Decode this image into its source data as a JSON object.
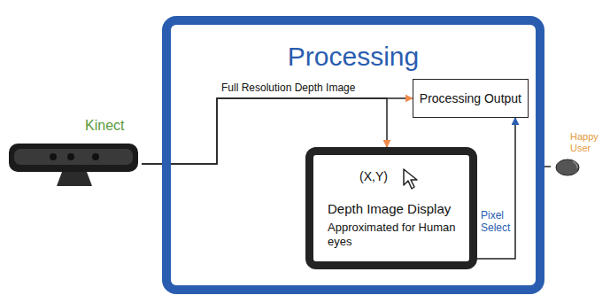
{
  "diagram": {
    "nodes": [
      {
        "text": [
          "Kinect"
        ]
      },
      {
        "text": [
          "Processing"
        ]
      },
      {
        "text": [
          "Processing Output"
        ],
        "in": 1
      },
      {
        "text": [
          "(X,Y)",
          "Depth Image Display",
          "Approximated for Human eyes"
        ],
        "in": 1
      },
      {
        "text": [
          "Happy User"
        ]
      }
    ],
    "edges": [
      {
        "from": 0,
        "to": 2,
        "label": "Full Resolution Depth Image",
        "arrow": "to"
      },
      {
        "from": 0,
        "to": 3,
        "arrow": "to"
      },
      {
        "from": 3,
        "to": 2,
        "label": "Pixel Select",
        "arrow": "to"
      },
      {
        "from": 4,
        "to": 1,
        "arrow": "none"
      }
    ]
  }
}
